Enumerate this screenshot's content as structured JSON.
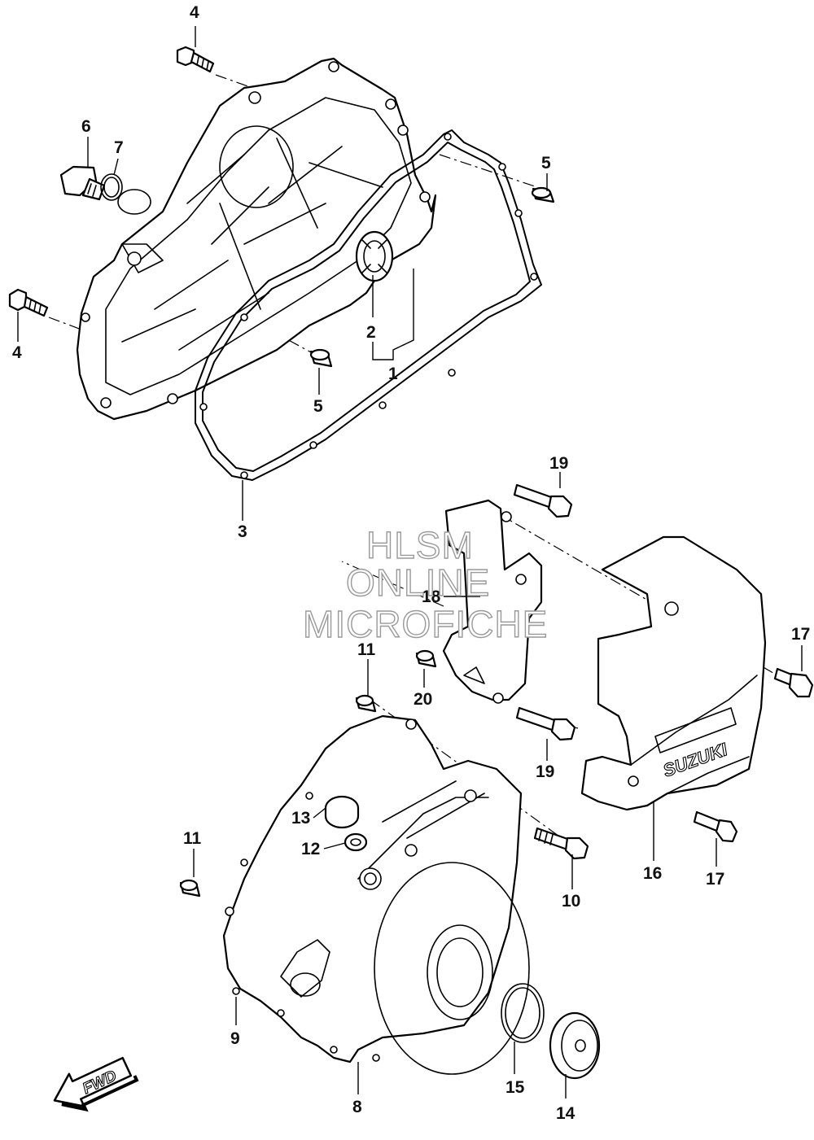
{
  "watermark": {
    "line1": "HLSM",
    "line2": "ONLINE",
    "line3": "MICROFICHE"
  },
  "brand_text": "SUZUKI",
  "direction_badge": "FWD",
  "callouts": [
    {
      "id": "c4a",
      "text": "4"
    },
    {
      "id": "c6",
      "text": "6"
    },
    {
      "id": "c7",
      "text": "7"
    },
    {
      "id": "c5a",
      "text": "5"
    },
    {
      "id": "c4b",
      "text": "4"
    },
    {
      "id": "c2",
      "text": "2"
    },
    {
      "id": "c1",
      "text": "1"
    },
    {
      "id": "c5b",
      "text": "5"
    },
    {
      "id": "c3",
      "text": "3"
    },
    {
      "id": "c19a",
      "text": "19"
    },
    {
      "id": "c18",
      "text": "18"
    },
    {
      "id": "c17a",
      "text": "17"
    },
    {
      "id": "c11a",
      "text": "11"
    },
    {
      "id": "c20",
      "text": "20"
    },
    {
      "id": "c19b",
      "text": "19"
    },
    {
      "id": "c13",
      "text": "13"
    },
    {
      "id": "c12",
      "text": "12"
    },
    {
      "id": "c11b",
      "text": "11"
    },
    {
      "id": "c10",
      "text": "10"
    },
    {
      "id": "c16",
      "text": "16"
    },
    {
      "id": "c17b",
      "text": "17"
    },
    {
      "id": "c9",
      "text": "9"
    },
    {
      "id": "c8",
      "text": "8"
    },
    {
      "id": "c15",
      "text": "15"
    },
    {
      "id": "c14",
      "text": "14"
    }
  ]
}
